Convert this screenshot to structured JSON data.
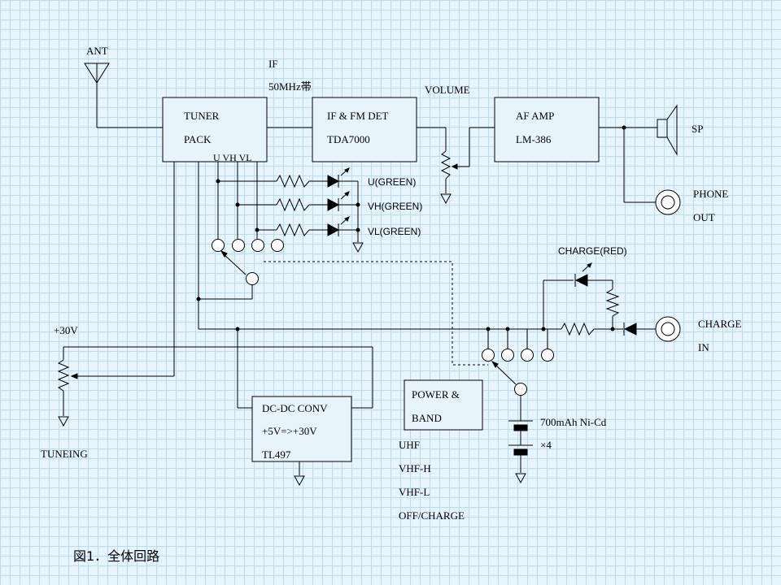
{
  "labels": {
    "ant": "ANT",
    "if": "IF",
    "if_freq": "50MHz帯",
    "volume": "VOLUME",
    "tuner_line1": "TUNER",
    "tuner_line2": "PACK",
    "tuner_pins": "U VH  VL",
    "ifdet_line1": "IF & FM DET",
    "ifdet_line2": "TDA7000",
    "afamp_line1": "AF AMP",
    "afamp_line2": "LM-386",
    "sp": "SP",
    "phone_line1": "PHONE",
    "phone_line2": "OUT",
    "led_u": "U(GREEN)",
    "led_vh": "VH(GREEN)",
    "led_vl": "VL(GREEN)",
    "charge_led": "CHARGE(RED)",
    "charge_in_line1": "CHARGE",
    "charge_in_line2": "IN",
    "plus30v": "+30V",
    "tuneing": "TUNEING",
    "dcdc_line1": "DC-DC CONV",
    "dcdc_line2": "+5V=>+30V",
    "dcdc_line3": "TL497",
    "power_line1": "POWER &",
    "power_line2": "BAND",
    "band_list": [
      "UHF",
      "VHF-H",
      "VHF-L",
      "OFF/CHARGE"
    ],
    "battery_line1": "700mAh Ni-Cd",
    "battery_line2": "×4",
    "caption": "図1．全体回路"
  }
}
